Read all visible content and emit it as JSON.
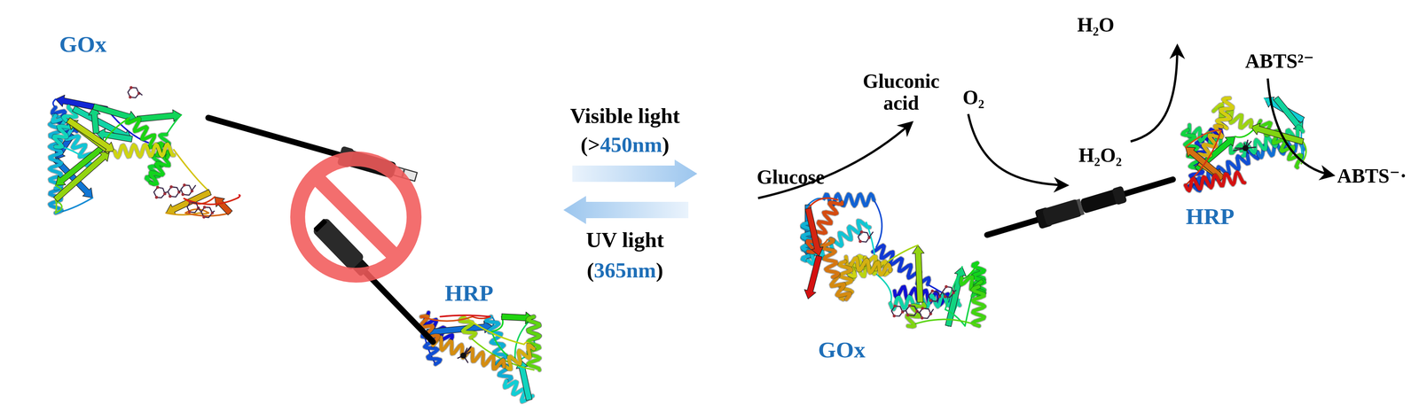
{
  "diagram": {
    "nodes": [
      {
        "text": [
          "GOx"
        ]
      },
      {
        "text": [
          "HRP"
        ]
      },
      {
        "text": [
          "GOx"
        ]
      },
      {
        "text": [
          "HRP"
        ]
      }
    ],
    "edges": [
      {
        "from": 2,
        "to": 3,
        "arrow": "none"
      }
    ],
    "labels": [
      "Visible light",
      "(>",
      "450nm",
      ")",
      "UV light",
      "(",
      "365nm",
      ")",
      "Glucose",
      "Gluconic acid",
      "O₂",
      "H₂O₂",
      "H₂O",
      "ABTS²⁻",
      "ABTS⁻·"
    ]
  }
}
